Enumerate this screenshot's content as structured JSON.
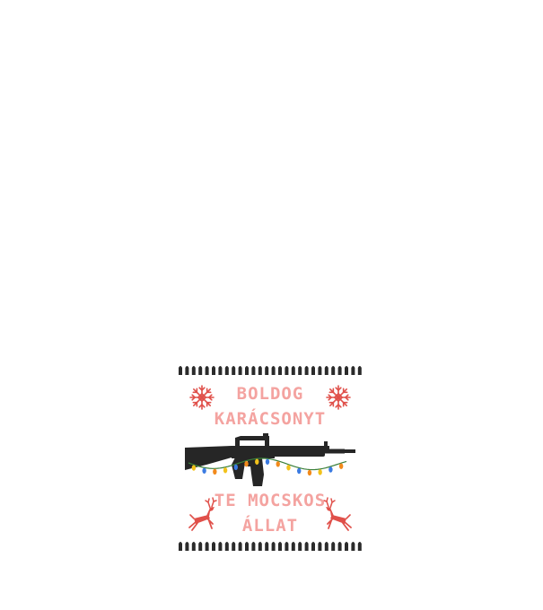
{
  "design": {
    "line1": "BOLDOG",
    "line2": "KARÁCSONYT",
    "line3": "TE MOCSKOS",
    "line4": "ÁLLAT"
  },
  "colors": {
    "text": "#f4a3a0",
    "ornament": "#e0504a",
    "border": "#2b2b2b",
    "rifle": "#262626",
    "wire": "#3a7f3a",
    "bulbs": [
      "#e23b3b",
      "#f2c21b",
      "#3bb54a",
      "#3b7be2",
      "#e86fd0",
      "#f28a1b"
    ]
  },
  "icons": {
    "snowflake": "snowflake-icon",
    "reindeer": "reindeer-icon",
    "rifle": "rifle-icon",
    "lights": "christmas-lights-icon"
  }
}
